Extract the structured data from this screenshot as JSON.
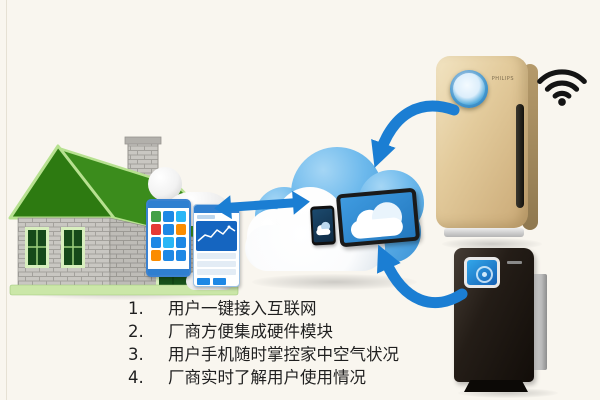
{
  "scene": {
    "description": "IoT smart home air purifier cloud connectivity diagram"
  },
  "colors": {
    "background": "#f9f6ef",
    "arrow_blue": "#1b7ed3",
    "cloud_blue": "#5fb0e8",
    "cloud_white": "#ffffff",
    "roof_green": "#3b8c1c",
    "gable_green": "#2d7a11",
    "trim_green": "#b7e190",
    "door_green": "#17501a",
    "brick_gray": "#c9c7c2",
    "gold_light": "#f2e4c2",
    "gold_dark": "#c9a875",
    "black_body": "#17120e",
    "screen_blue": "#2e8fd6",
    "wifi_black": "#141414",
    "accent_pink": "#e91e63",
    "text_black": "#1f1f1f"
  },
  "notes": {
    "items": [
      {
        "num": "1.",
        "text": "用户一键接入互联网"
      },
      {
        "num": "2.",
        "text": "厂商方便集成硬件模块"
      },
      {
        "num": "3.",
        "text": "用户手机随时掌控家中空气状况"
      },
      {
        "num": "4.",
        "text": "厂商实时了解用户使用情况"
      }
    ]
  },
  "devices": {
    "gold_purifier": {
      "brand": "PHILIPS",
      "type": "air purifier"
    },
    "black_purifier": {
      "brand": "",
      "type": "air purifier"
    }
  },
  "screens": {
    "app_grid_colors": [
      "#43a047",
      "#1e88e5",
      "#29b6f6",
      "#e53935",
      "#1e88e5",
      "#fb8c00",
      "#1e88e5",
      "#29b6f6",
      "#1e88e5",
      "#fb8c00",
      "#1e88e5",
      "#1e88e5"
    ]
  },
  "icons": {
    "wifi": "wifi-icon"
  }
}
